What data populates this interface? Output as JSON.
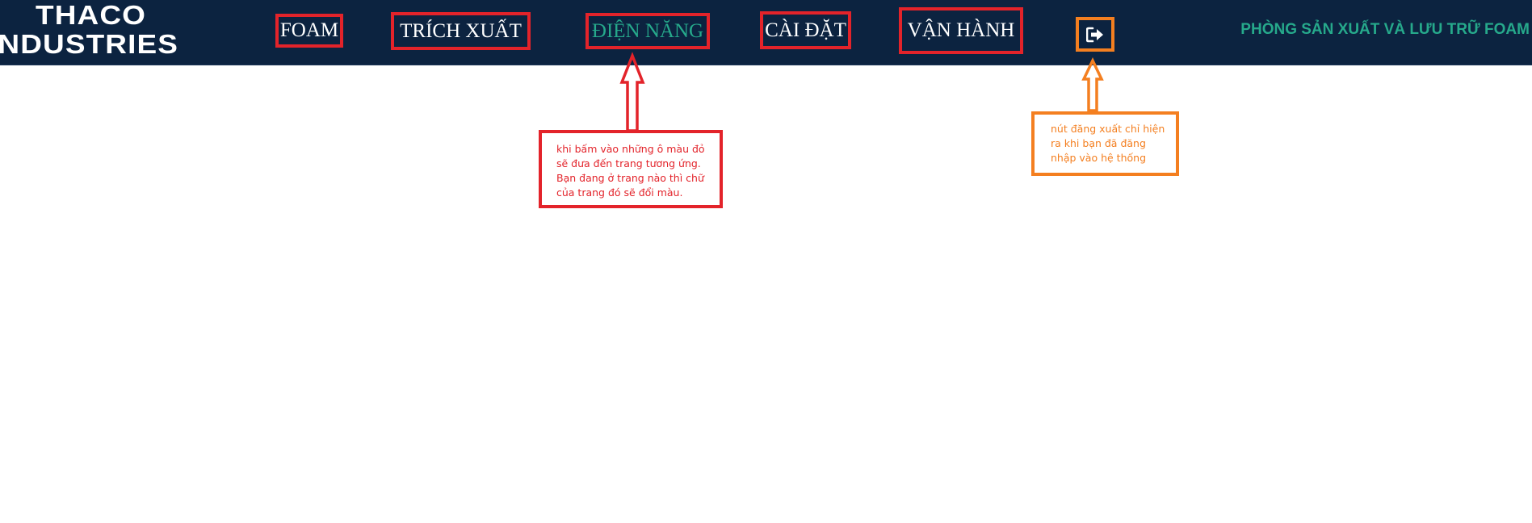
{
  "logo": {
    "line1": "THACO",
    "line2": "INDUSTRIES"
  },
  "nav": {
    "items": [
      {
        "label": "FOAM",
        "active": false
      },
      {
        "label": "TRÍCH XUẤT",
        "active": false
      },
      {
        "label": "ĐIỆN NĂNG",
        "active": true
      },
      {
        "label": "CÀI ĐẶT",
        "active": false
      },
      {
        "label": "VẬN HÀNH",
        "active": false
      }
    ],
    "logout_icon": "sign-out-icon"
  },
  "header": {
    "title": "PHÒNG SẢN XUẤT VÀ LƯU TRỮ FOAM"
  },
  "annotations": {
    "nav_note": "khi bấm vào những ô màu đỏ sẽ đưa đến trang tương ứng. Bạn đang ở trang nào thì chữ của trang đó sẽ đổi màu.",
    "logout_note": "nút đăng xuất chỉ hiện ra khi bạn đã đăng nhập vào hệ thống"
  },
  "colors": {
    "navbar_bg": "#0c2340",
    "active_text": "#26a98b",
    "nav_annotation": "#e3232a",
    "logout_annotation": "#f47f20"
  }
}
